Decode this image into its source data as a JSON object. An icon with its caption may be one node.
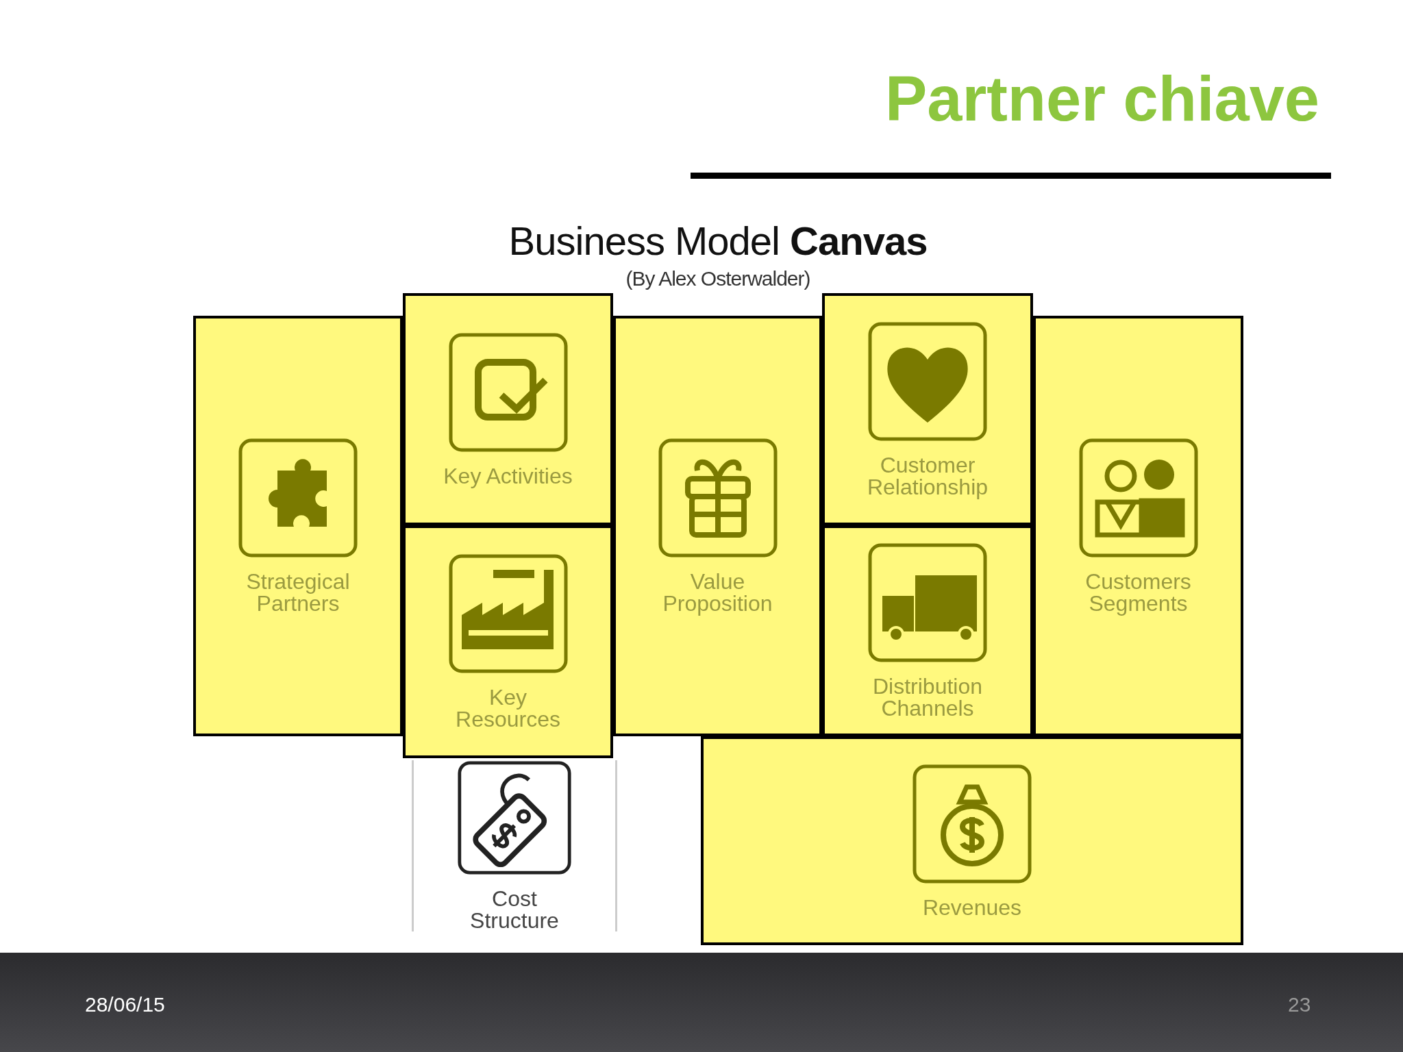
{
  "diagram": {
    "title": "Partner chiave",
    "nodes": [
      {
        "text": [
          "Strategical Partners"
        ]
      },
      {
        "text": [
          "Key Activities"
        ]
      },
      {
        "text": [
          "Key Resources"
        ]
      },
      {
        "text": [
          "Value Proposition"
        ]
      },
      {
        "text": [
          "Customer Relationship"
        ]
      },
      {
        "text": [
          "Distribution Channels"
        ]
      },
      {
        "text": [
          "Customers Segments"
        ]
      },
      {
        "text": [
          "Cost Structure"
        ]
      },
      {
        "text": [
          "Revenues"
        ]
      }
    ],
    "labels": [
      "Business Model **Canvas**",
      "(By Alex Osterwalder)",
      "28/06/15",
      "23"
    ]
  }
}
